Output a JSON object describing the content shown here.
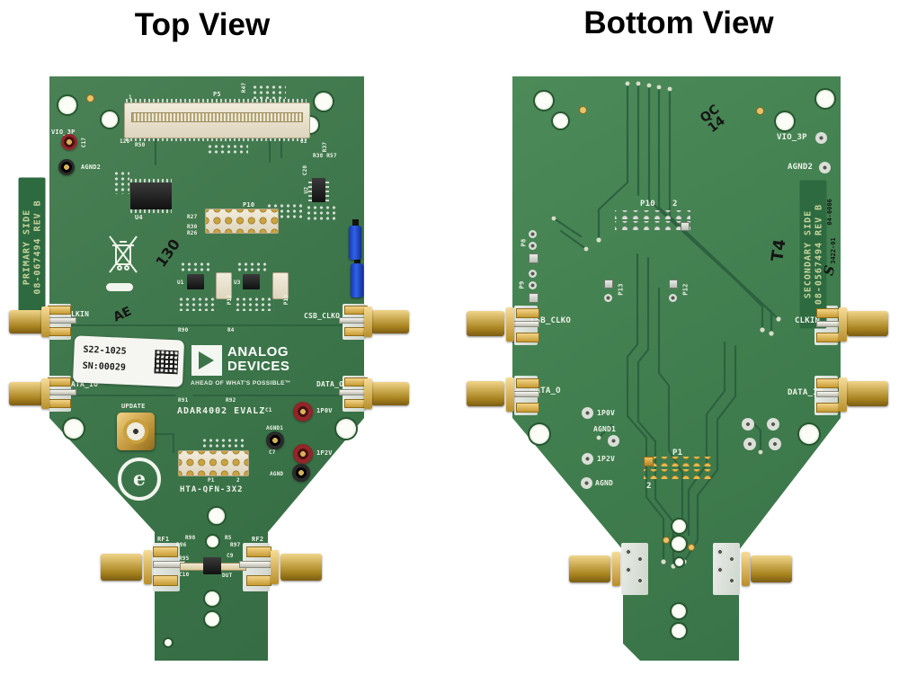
{
  "top_view": {
    "title": "Top View",
    "side_text": {
      "line1": "PRIMARY SIDE",
      "line2": "08-067494 REV B"
    },
    "handwritten": {
      "mark1": "130",
      "mark2": "AE"
    },
    "sticker": {
      "line1": "S22-1025",
      "line2": "SN:00029"
    },
    "logo": {
      "line1": "ANALOG",
      "line2": "DEVICES",
      "tagline": "AHEAD OF WHAT'S POSSIBLE™"
    },
    "board_name": "ADAR4002 EVALZ",
    "footprint_text": "HTA-QFN-3X2",
    "emark": "e",
    "labels": {
      "vio_3p": "VIO_3P",
      "c17": "C17",
      "agnd2": "AGND2",
      "p5": "P5",
      "p5_1": "1",
      "p5_120": "120",
      "p5_61": "61",
      "r47": "R47",
      "r50": "R50",
      "u4": "U4",
      "r27": "R27",
      "r30": "R30",
      "r26": "R26",
      "p10": "P10",
      "c20": "C20",
      "u2": "U2",
      "r37": "R37",
      "r38_r57": "R38 R57",
      "u1": "U1",
      "u3": "U3",
      "p12": "P12",
      "p13": "P13",
      "clkin": "CLKIN",
      "csb_clko": "CSB_CLKO",
      "r90": "R90",
      "r4": "R4",
      "data_io": "DATA_IO",
      "data_o": "DATA_O",
      "r91": "R91",
      "r92": "R92",
      "update": "UPDATE",
      "c1": "C1",
      "p1p0v": "1P0V",
      "agnd1": "AGND1",
      "c7": "C7",
      "p1p2v": "1P2V",
      "agnd": "AGND",
      "p1": "P1",
      "p1_2": "2",
      "rf1": "RF1",
      "rf2": "RF2",
      "r98": "R98",
      "r96": "R96",
      "r95": "R95",
      "r5": "R5",
      "r97": "R97",
      "c9": "C9",
      "c10": "C10",
      "dut": "DUT"
    }
  },
  "bottom_view": {
    "title": "Bottom View",
    "side_text": {
      "line1": "SECONDARY SIDE",
      "line2": "08-0567494 REV B"
    },
    "fab_text": {
      "num1": "04-0006",
      "num2": "3422-01",
      "logo": "S"
    },
    "handwritten": {
      "mark1": "QC 14",
      "mark2": "T4"
    },
    "labels": {
      "vio_3p": "VIO_3P",
      "agnd2": "AGND2",
      "p10": "P10",
      "p10_2": "2",
      "p8": "P8",
      "p9": "P9",
      "p13": "P13",
      "p12": "P12",
      "csb_clko": "CSB_CLKO",
      "clkin": "CLKIN",
      "data_o": "DATA_O",
      "data_io": "DATA_IO",
      "p1p0v": "1P0V",
      "agnd1": "AGND1",
      "p1p2v": "1P2V",
      "agnd": "AGND",
      "p1": "P1",
      "p1_2": "2"
    }
  }
}
